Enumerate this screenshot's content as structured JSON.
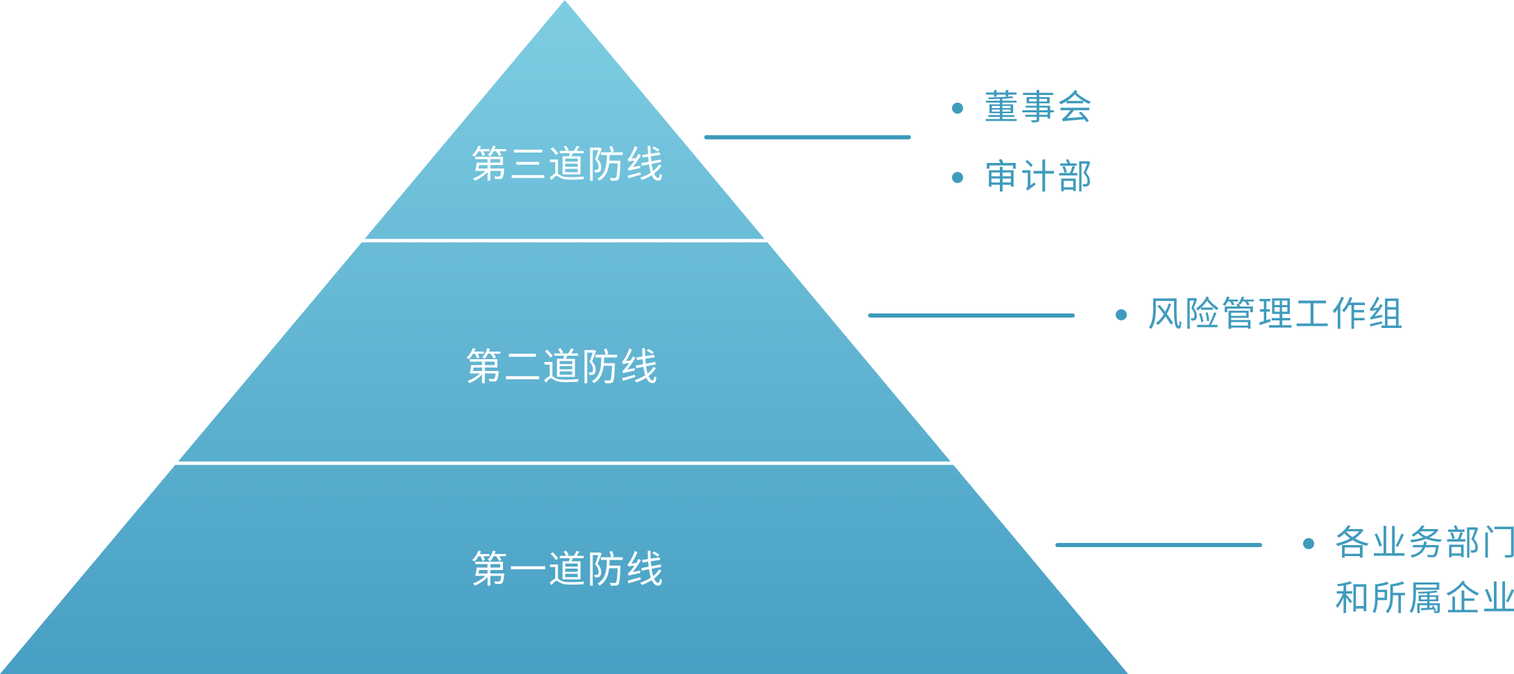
{
  "pyramid": {
    "tiers": [
      {
        "label": "第三道防线",
        "items": [
          "董事会",
          "审计部"
        ]
      },
      {
        "label": "第二道防线",
        "items": [
          "风险管理工作组"
        ]
      },
      {
        "label": "第一道防线",
        "items": [
          "各业务部门",
          "和所属企业"
        ]
      }
    ]
  },
  "colors": {
    "pyramid_top": "#7ecde2",
    "pyramid_bottom": "#479fc3",
    "accent": "#3f9bbd",
    "divider": "#ffffff"
  }
}
